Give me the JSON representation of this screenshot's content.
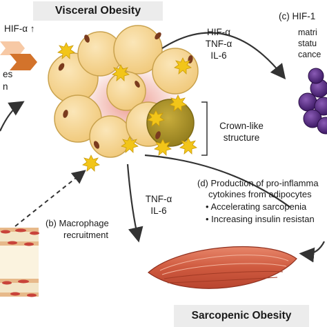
{
  "titles": {
    "visceral": "Visceral Obesity",
    "sarcopenic": "Sarcopenic Obesity"
  },
  "left": {
    "hif_up": "HIF-α ↑",
    "cut_line1": "es",
    "cut_line2": "n"
  },
  "top_arrow_labels": [
    "HIF-α",
    "TNF-α",
    "IL-6"
  ],
  "top_right": {
    "line1": "(c) HIF-1",
    "line2": "matri",
    "line3": "statu",
    "line4": "cance"
  },
  "crown_like": {
    "line1": "Crown-like",
    "line2": "structure"
  },
  "section_d": {
    "line1": "(d) Production of pro-inflamma",
    "line2": "cytokines from adipocytes",
    "bullet1": "• Accelerating sarcopenia",
    "bullet2": "• Increasing insulin resistan"
  },
  "mid_labels": [
    "TNF-α",
    "IL-6"
  ],
  "section_b": {
    "line1": "(b) Macrophage",
    "line2": "recruitment"
  },
  "colors": {
    "adipocyte_fill": "#f7d79a",
    "adipocyte_stroke": "#c9a24e",
    "nucleus": "#7a3b1e",
    "macrophage": "#f2c519",
    "crown_fill": "#b59a2a",
    "inflamed_glow": "#e9887a",
    "cancer_cell": "#5a2b86",
    "muscle": "#d9654a",
    "vessel": "#c8433a",
    "arrow": "#333333",
    "orange_arrow": "#d3732b"
  }
}
